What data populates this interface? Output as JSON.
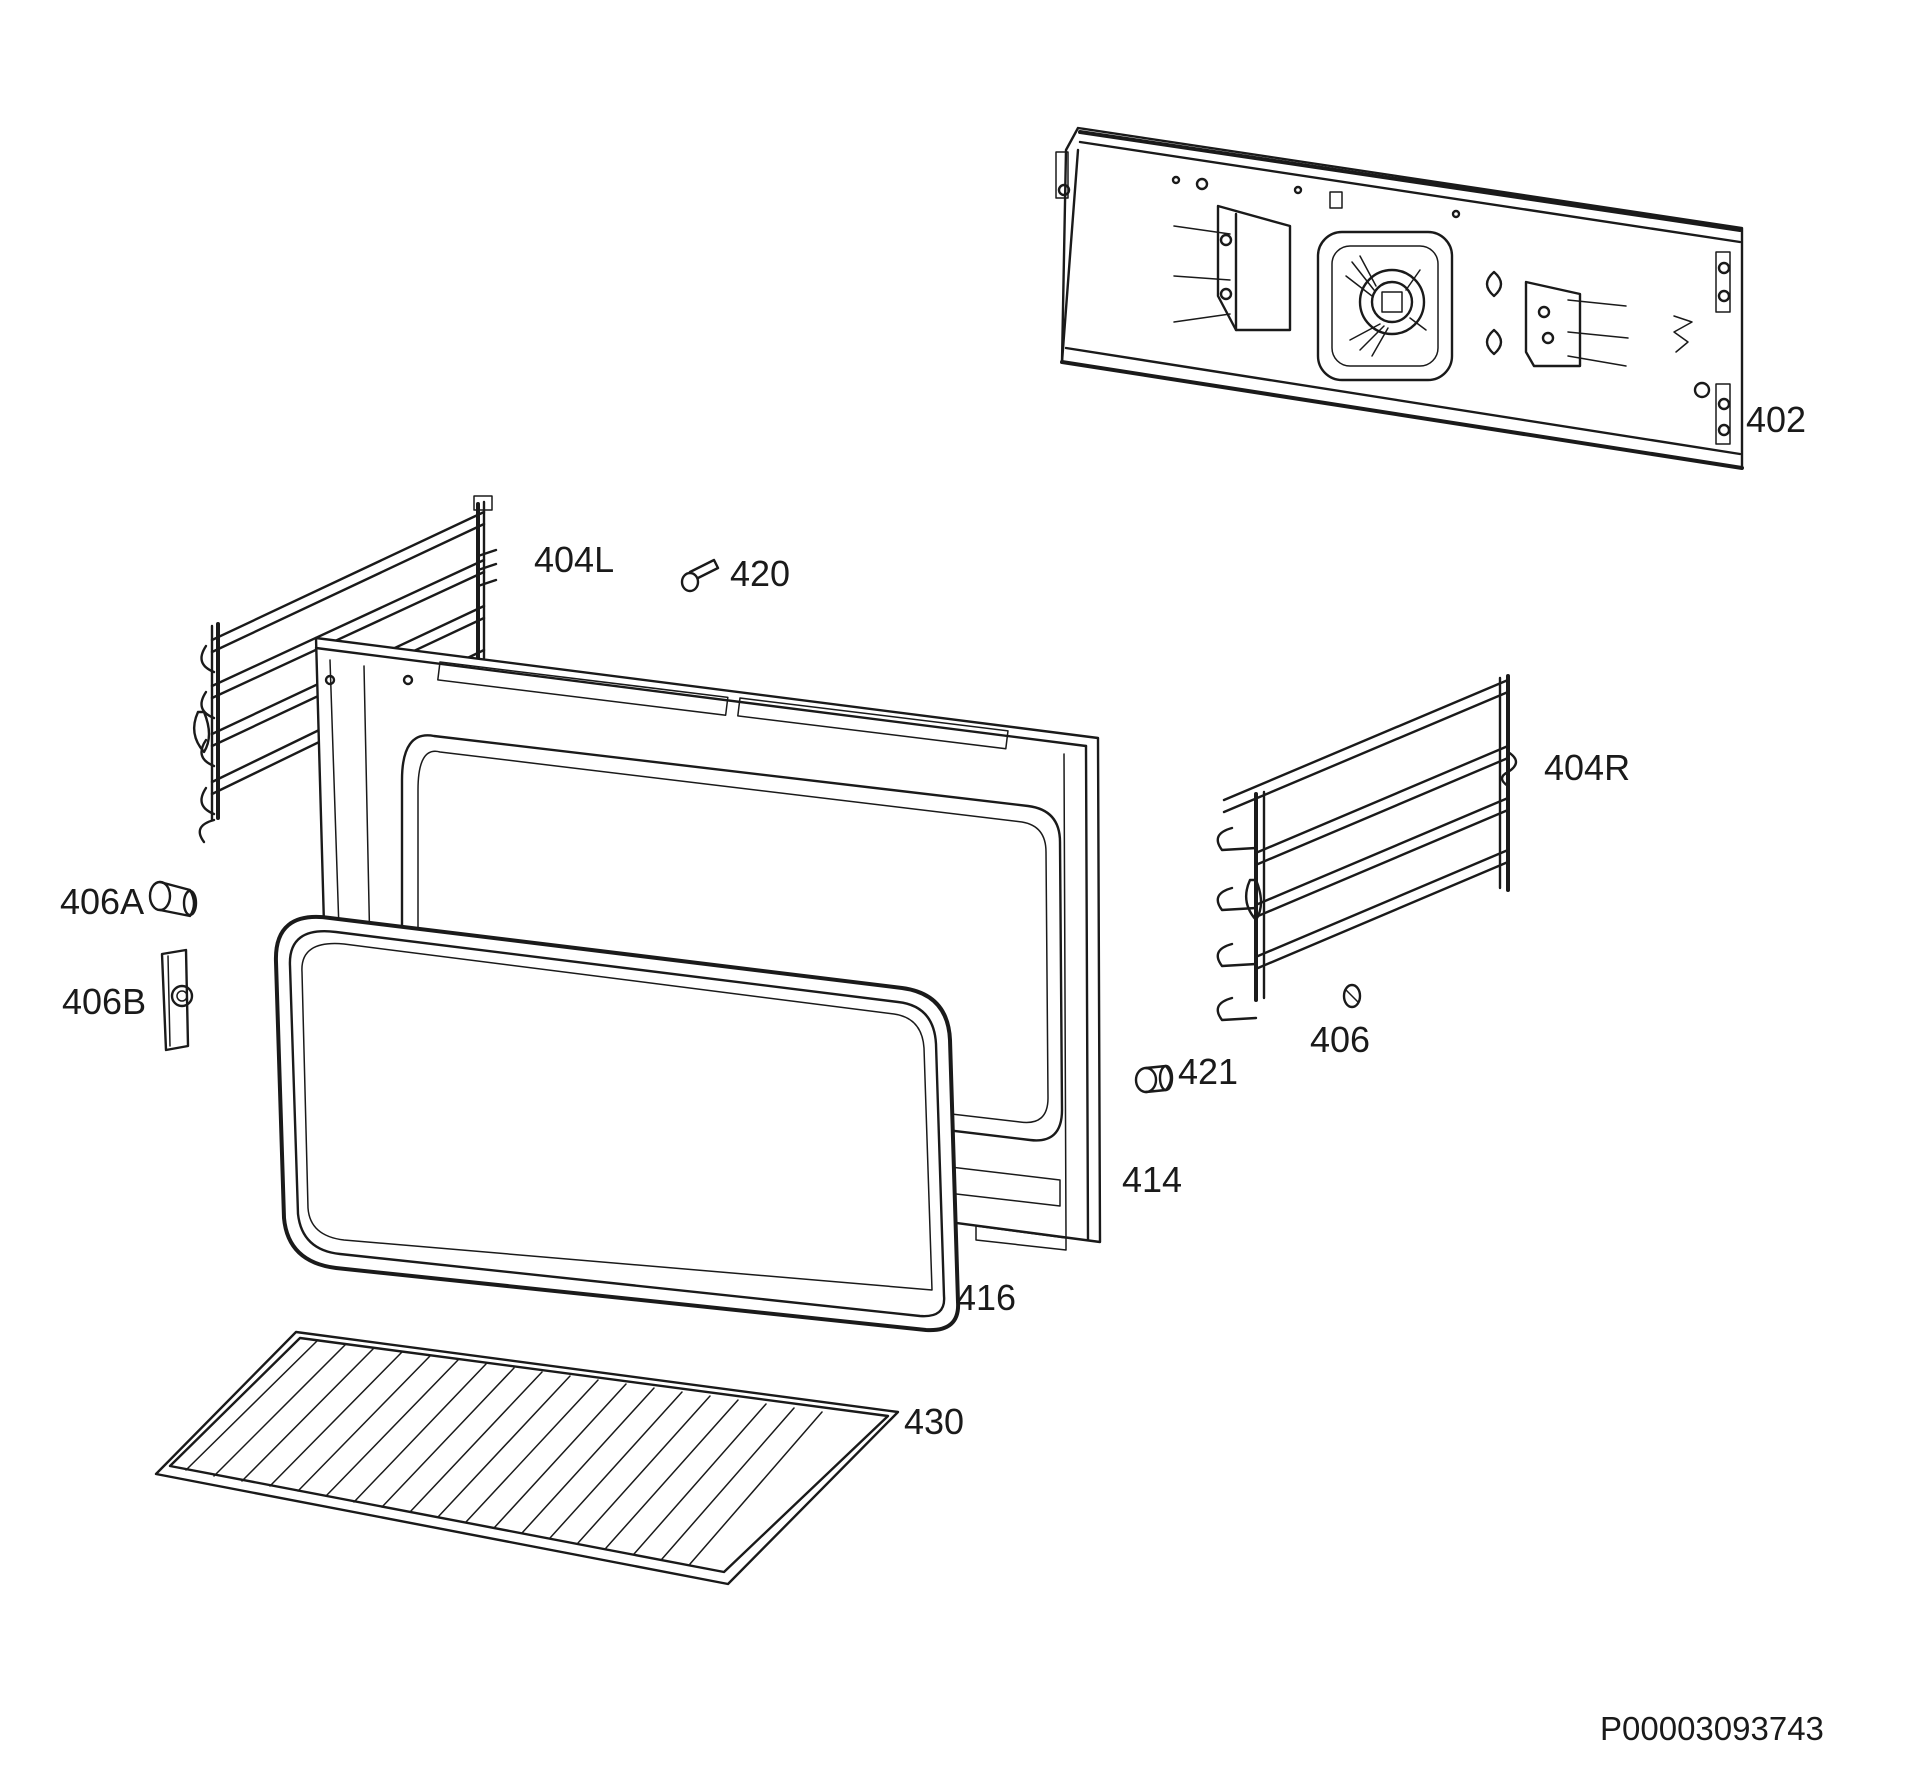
{
  "diagram": {
    "drawing_id": "P00003093743",
    "parts": [
      {
        "id": "402",
        "label": "402"
      },
      {
        "id": "404L",
        "label": "404L"
      },
      {
        "id": "420",
        "label": "420"
      },
      {
        "id": "404R",
        "label": "404R"
      },
      {
        "id": "406A",
        "label": "406A"
      },
      {
        "id": "406B",
        "label": "406B"
      },
      {
        "id": "406",
        "label": "406"
      },
      {
        "id": "421",
        "label": "421"
      },
      {
        "id": "414",
        "label": "414"
      },
      {
        "id": "416",
        "label": "416"
      },
      {
        "id": "430",
        "label": "430"
      }
    ]
  }
}
